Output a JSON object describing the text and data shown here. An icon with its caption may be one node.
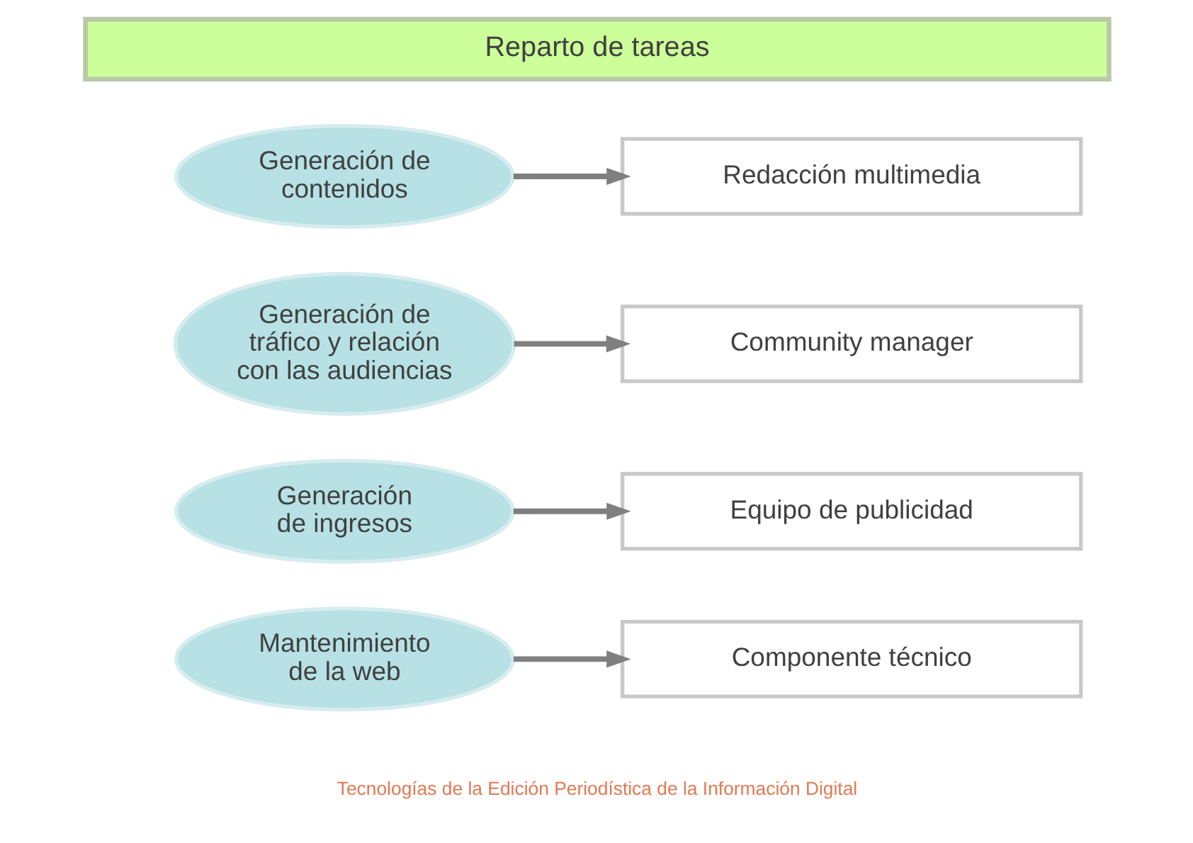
{
  "diagram": {
    "nodes": [
      {
        "text": [
          "Reparto de tareas"
        ]
      },
      {
        "text": [
          "Generación de contenidos"
        ]
      },
      {
        "text": [
          "Redacción multimedia"
        ]
      },
      {
        "text": [
          "Generación de tráfico y relación con las audiencias"
        ]
      },
      {
        "text": [
          "Community manager"
        ]
      },
      {
        "text": [
          "Generación de ingresos"
        ]
      },
      {
        "text": [
          "Equipo de publicidad"
        ]
      },
      {
        "text": [
          "Mantenimiento de la web"
        ]
      },
      {
        "text": [
          "Componente técnico"
        ]
      }
    ],
    "edges": [
      {
        "from": 1,
        "to": 2,
        "arrow": "to"
      },
      {
        "from": 3,
        "to": 4,
        "arrow": "to"
      },
      {
        "from": 5,
        "to": 6,
        "arrow": "to"
      },
      {
        "from": 7,
        "to": 8,
        "arrow": "to"
      }
    ],
    "labels": [
      "Tecnologías de la Edición Periodística de la Información Digital"
    ]
  }
}
